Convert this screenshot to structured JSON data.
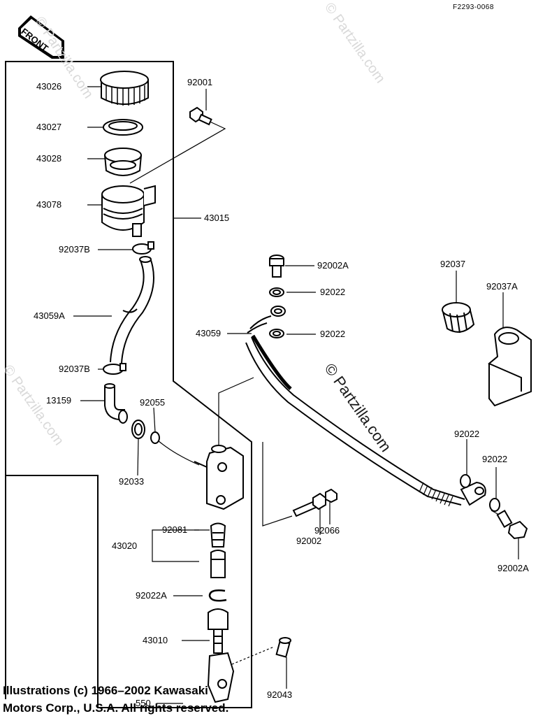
{
  "drawing_code": "F2293-0068",
  "front_label": "FRONT",
  "parts": {
    "p43026": "43026",
    "p43027": "43027",
    "p43028": "43028",
    "p43078": "43078",
    "p92037B_top": "92037B",
    "p43059A": "43059A",
    "p92037B_bot": "92037B",
    "p13159": "13159",
    "p92055": "92055",
    "p92033": "92033",
    "p92001": "92001",
    "p43015": "43015",
    "p92002A_top": "92002A",
    "p92022_1": "92022",
    "p43059": "43059",
    "p92022_2": "92022",
    "p92037": "92037",
    "p92037A": "92037A",
    "p92022_3": "92022",
    "p92022_4": "92022",
    "p92002A_bot": "92002A",
    "p92081": "92081",
    "p43020": "43020",
    "p92066": "92066",
    "p92002": "92002",
    "p92022A": "92022A",
    "p43010": "43010",
    "p92043": "92043",
    "p550": "550"
  },
  "watermarks": {
    "wm1": "© Partzilla.com",
    "wm2": "© Partzilla.com",
    "wm3": "© Partzilla.com",
    "wm_center": "© Partzilla.com"
  },
  "copyright": {
    "line1": "Illustrations (c) 1966–2002 Kawasaki",
    "line2": "Motors Corp., U.S.A.  All rights reserved."
  }
}
